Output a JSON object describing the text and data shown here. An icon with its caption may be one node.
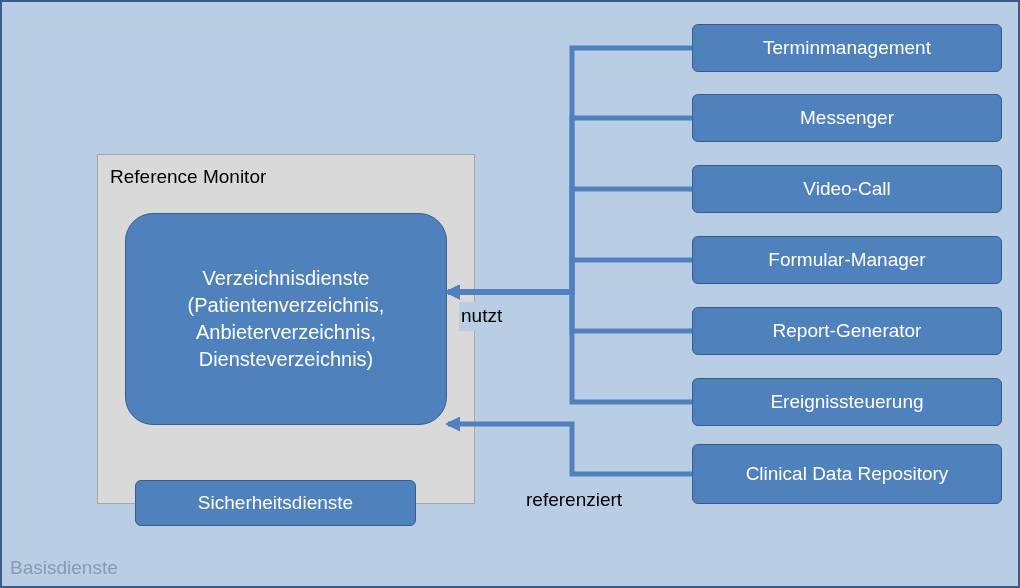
{
  "diagram": {
    "nodes": [
      {
        "text": [
          "Basisdienste"
        ]
      },
      {
        "text": [
          "Reference Monitor"
        ],
        "in": 0
      },
      {
        "text": [
          "Verzeichnisdienste",
          "(Patientenverzeichnis, Anbieterverzeichnis, Diensteverzeichnis)"
        ],
        "in": 1
      },
      {
        "text": [
          "Sicherheitsdienste"
        ],
        "in": 0
      },
      {
        "text": [
          "Terminmanagement"
        ],
        "in": 0
      },
      {
        "text": [
          "Messenger"
        ],
        "in": 0
      },
      {
        "text": [
          "Video-Call"
        ],
        "in": 0
      },
      {
        "text": [
          "Formular-Manager"
        ],
        "in": 0
      },
      {
        "text": [
          "Report-Generator"
        ],
        "in": 0
      },
      {
        "text": [
          "Ereignissteuerung"
        ],
        "in": 0
      },
      {
        "text": [
          "Clinical Data Repository"
        ],
        "in": 0
      }
    ],
    "edges": [
      {
        "from": 4,
        "to": 2,
        "arrow": "to"
      },
      {
        "from": 5,
        "to": 2,
        "arrow": "to"
      },
      {
        "from": 6,
        "to": 2,
        "arrow": "to"
      },
      {
        "from": 7,
        "to": 2,
        "arrow": "to",
        "label": "nutzt"
      },
      {
        "from": 8,
        "to": 2,
        "arrow": "to"
      },
      {
        "from": 9,
        "to": 2,
        "arrow": "to"
      },
      {
        "from": 10,
        "to": 2,
        "arrow": "to",
        "label": "referenziert"
      }
    ]
  }
}
